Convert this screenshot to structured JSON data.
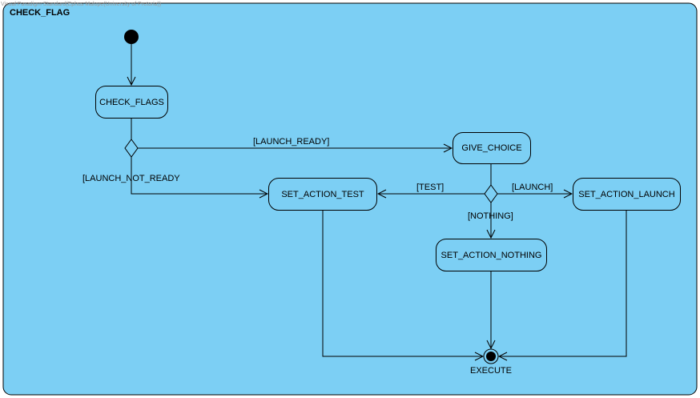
{
  "watermark": "Visual Paradigm Standard(Ephus Malope(University of Pretoria))",
  "frame": {
    "title": "CHECK_FLAG"
  },
  "nodes": {
    "check_flags": "CHECK_FLAGS",
    "give_choice": "GIVE_CHOICE",
    "set_action_test": "SET_ACTION_TEST",
    "set_action_launch": "SET_ACTION_LAUNCH",
    "set_action_nothing": "SET_ACTION_NOTHING"
  },
  "guards": {
    "launch_ready": "[LAUNCH_READY]",
    "launch_not_ready": "[LAUNCH_NOT_READY",
    "test": "[TEST]",
    "launch": "[LAUNCH]",
    "nothing": "[NOTHING]"
  },
  "final": {
    "label": "EXECUTE"
  },
  "colors": {
    "frame_fill": "#7ccff4",
    "stroke": "#000000",
    "watermark": "#9a9a9a"
  }
}
